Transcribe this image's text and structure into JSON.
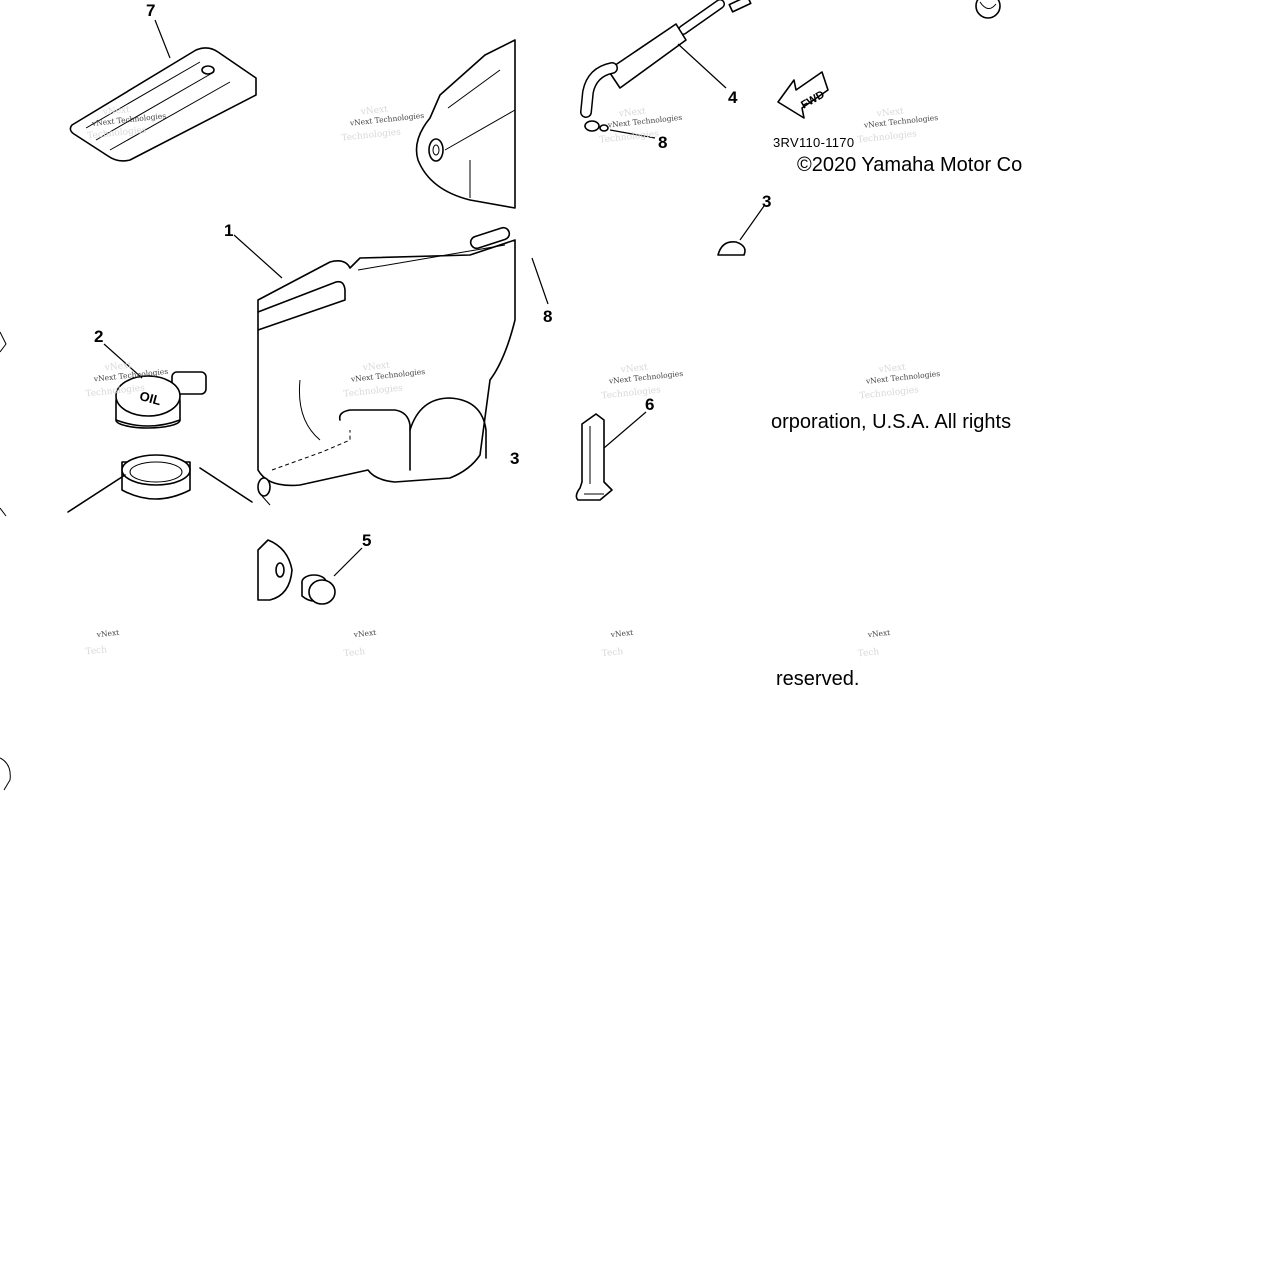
{
  "diagram": {
    "drawing_code": "3RV110-1170",
    "copyright": {
      "line1": "©2020 Yamaha Motor Co",
      "line2": "orporation, U.S.A. All rights",
      "line3": "reserved."
    },
    "fwd_arrow_label": "FWD",
    "watermark_text": "vNext Technologies",
    "watermark_fragment": "vNext",
    "callouts": {
      "c1": "1",
      "c2": "2",
      "c3a": "3",
      "c3b": "3",
      "c4": "4",
      "c5": "5",
      "c6": "6",
      "c7": "7",
      "c8a": "8",
      "c8b": "8"
    },
    "cap_marking": "OIL"
  }
}
